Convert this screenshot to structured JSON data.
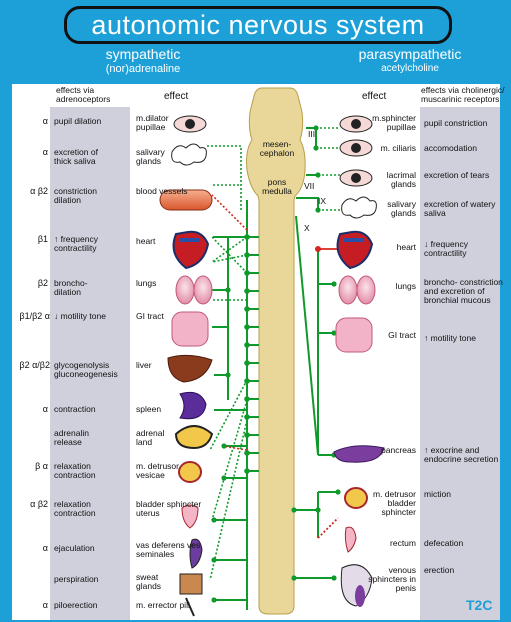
{
  "title": "autonomic nervous system",
  "sympathetic": {
    "label": "sympathetic",
    "transmitter": "(nor)adrenaline"
  },
  "parasympathetic": {
    "label": "parasympathetic",
    "transmitter": "acetylcholine"
  },
  "left_headers": {
    "receptors": "effects via adrenoceptors",
    "effect": "effect"
  },
  "right_headers": {
    "effect": "effect",
    "receptors": "effects via cholinergic/ muscarinic receptors"
  },
  "brain_labels": {
    "mesencephalon": "mesen- cephalon",
    "pons": "pons medulla"
  },
  "nerves": [
    "III",
    "VII",
    "IX",
    "X"
  ],
  "symp_rows": [
    {
      "receptor": "α",
      "effect": "pupil dilation",
      "organ": "m.dilator pupillae"
    },
    {
      "receptor": "α",
      "effect": "excretion of thick saliva",
      "organ": "salivary glands"
    },
    {
      "receptor": "α β2",
      "effect": "constriction dilation",
      "organ": "blood vessels"
    },
    {
      "receptor": "β1",
      "effect": "↑ frequency contractility",
      "organ": "heart"
    },
    {
      "receptor": "β2",
      "effect": "broncho- dilation",
      "organ": "lungs"
    },
    {
      "receptor": "β1/β2 α",
      "effect": "↓ motility tone",
      "organ": "GI tract"
    },
    {
      "receptor": "β2 α/β2",
      "effect": "glycogenolysis gluconeogenesis",
      "organ": "liver"
    },
    {
      "receptor": "α",
      "effect": "contraction",
      "organ": "spleen"
    },
    {
      "receptor": "",
      "effect": "adrenalin release",
      "organ": "adrenal land"
    },
    {
      "receptor": "β α",
      "effect": "relaxation contraction",
      "organ": "m. detrusor vesicae"
    },
    {
      "receptor": "α β2",
      "effect": "relaxation contraction",
      "organ": "bladder sphincter uterus"
    },
    {
      "receptor": "α",
      "effect": "ejaculation",
      "organ": "vas deferens ves. seminales"
    },
    {
      "receptor": "",
      "effect": "perspiration",
      "organ": "sweat glands"
    },
    {
      "receptor": "α",
      "effect": "piloerection",
      "organ": "m. errector pili"
    }
  ],
  "para_rows": [
    {
      "organ": "m.sphincter pupillae",
      "effect": "pupil constriction"
    },
    {
      "organ": "m. ciliaris",
      "effect": "accomodation"
    },
    {
      "organ": "lacrimal glands",
      "effect": "excretion of tears"
    },
    {
      "organ": "salivary glands",
      "effect": "excretion of watery saliva"
    },
    {
      "organ": "heart",
      "effect": "↓ frequency contractility"
    },
    {
      "organ": "lungs",
      "effect": "broncho- constriction and excretion of bronchial mucous"
    },
    {
      "organ": "GI tract",
      "effect": "↑ motility tone"
    },
    {
      "organ": "pancreas",
      "effect": "↑ exocrine and endocrine secretion"
    },
    {
      "organ": "m. detrusor bladder sphincter",
      "effect": "miction"
    },
    {
      "organ": "rectum",
      "effect": "defecation"
    },
    {
      "organ": "venous sphincters in penis",
      "effect": "erection"
    }
  ],
  "logo": "T2C",
  "colors": {
    "frame": "#1da0d8",
    "column_gray": "#cfd0dc",
    "spine": "#e9d79a",
    "symp_line": "#109a2b",
    "para_line": "#d4261c"
  }
}
